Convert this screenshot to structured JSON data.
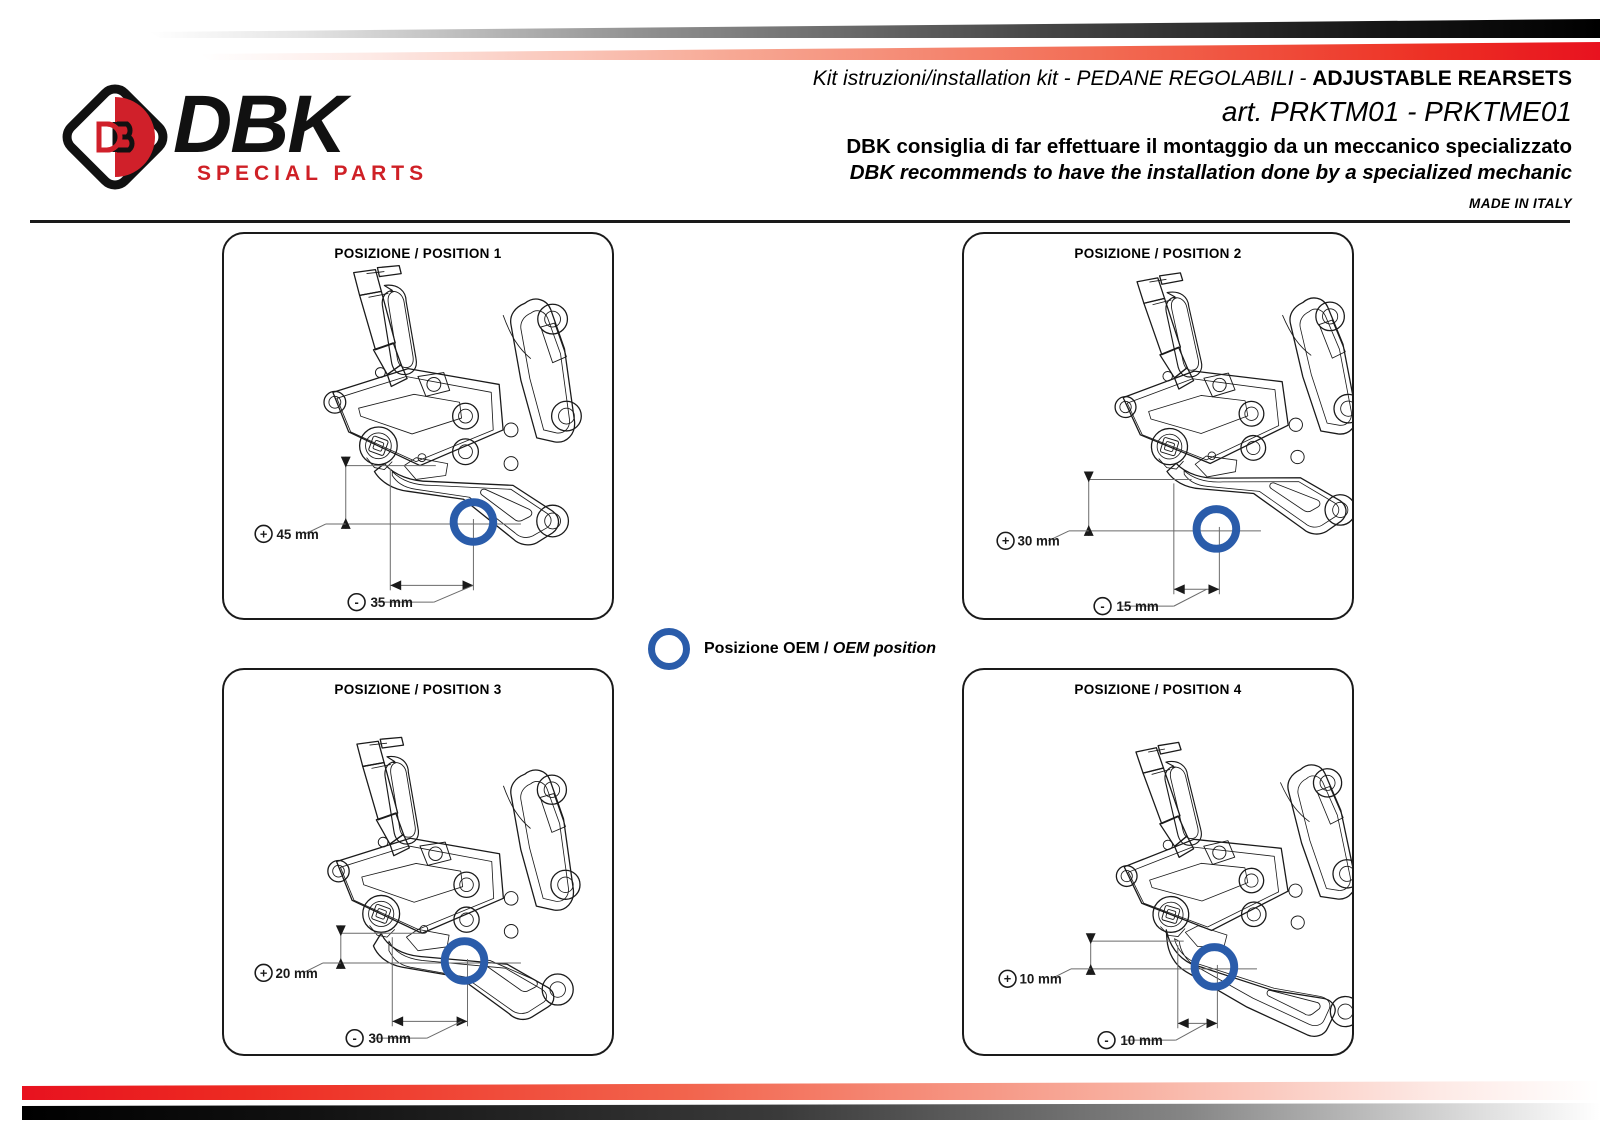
{
  "brand": {
    "name": "DBK",
    "tagline": "SPECIAL PARTS",
    "logo_icon": "dbk-diamond-logo",
    "accent_red": "#e8252a",
    "accent_black": "#111111"
  },
  "header": {
    "kit_line_italic": "Kit istruzioni/installation kit - PEDANE REGOLABILI - ",
    "kit_line_bold": "ADJUSTABLE REARSETS",
    "article": "art. PRKTM01 - PRKTME01",
    "advice_it": "DBK consiglia di far effettuare il montaggio da un meccanico specializzato",
    "advice_en": "DBK recommends to have the installation done by a specialized mechanic",
    "made_in": "MADE IN ITALY"
  },
  "legend": {
    "marker_icon": "blue-ring-marker",
    "marker_color": "#2a5caa",
    "label_it": "Posizione OEM",
    "separator": " / ",
    "label_en": "OEM position"
  },
  "panels": [
    {
      "id": "position-1",
      "title": "POSIZIONE / POSITION 1",
      "vertical": {
        "badge": "+",
        "value": "45 mm"
      },
      "horizontal": {
        "badge": "-",
        "value": "35 mm"
      }
    },
    {
      "id": "position-2",
      "title": "POSIZIONE / POSITION 2",
      "vertical": {
        "badge": "+",
        "value": "30 mm"
      },
      "horizontal": {
        "badge": "-",
        "value": "15 mm"
      }
    },
    {
      "id": "position-3",
      "title": "POSIZIONE / POSITION 3",
      "vertical": {
        "badge": "+",
        "value": "20 mm"
      },
      "horizontal": {
        "badge": "-",
        "value": "30 mm"
      }
    },
    {
      "id": "position-4",
      "title": "POSIZIONE / POSITION 4",
      "vertical": {
        "badge": "+",
        "value": "10 mm"
      },
      "horizontal": {
        "badge": "-",
        "value": "10 mm"
      }
    }
  ]
}
